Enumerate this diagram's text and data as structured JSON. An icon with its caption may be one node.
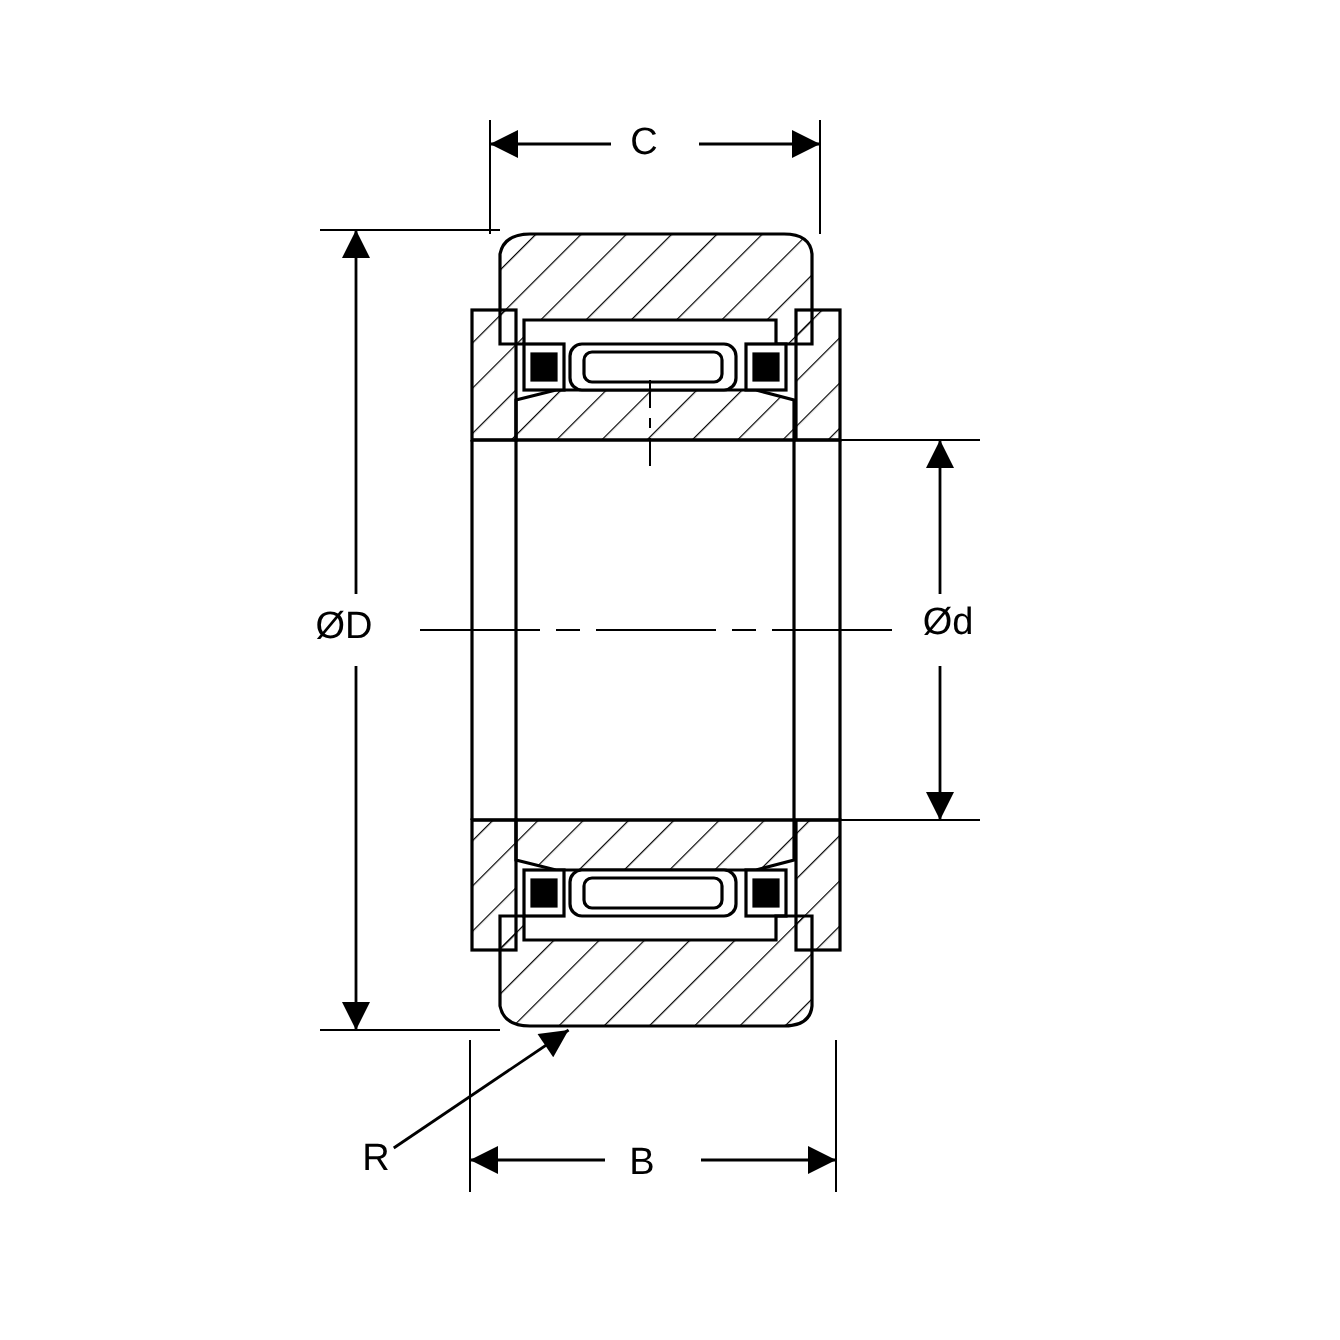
{
  "diagram": {
    "nodes": [
      {
        "text": [
          "R"
        ]
      },
      {
        "text": [],
        "shape": "box"
      }
    ],
    "edges": [
      {
        "from": 0,
        "to": 1,
        "arrow": "to"
      }
    ],
    "labels": [
      "C",
      "ØD",
      "Ød",
      "B"
    ]
  }
}
